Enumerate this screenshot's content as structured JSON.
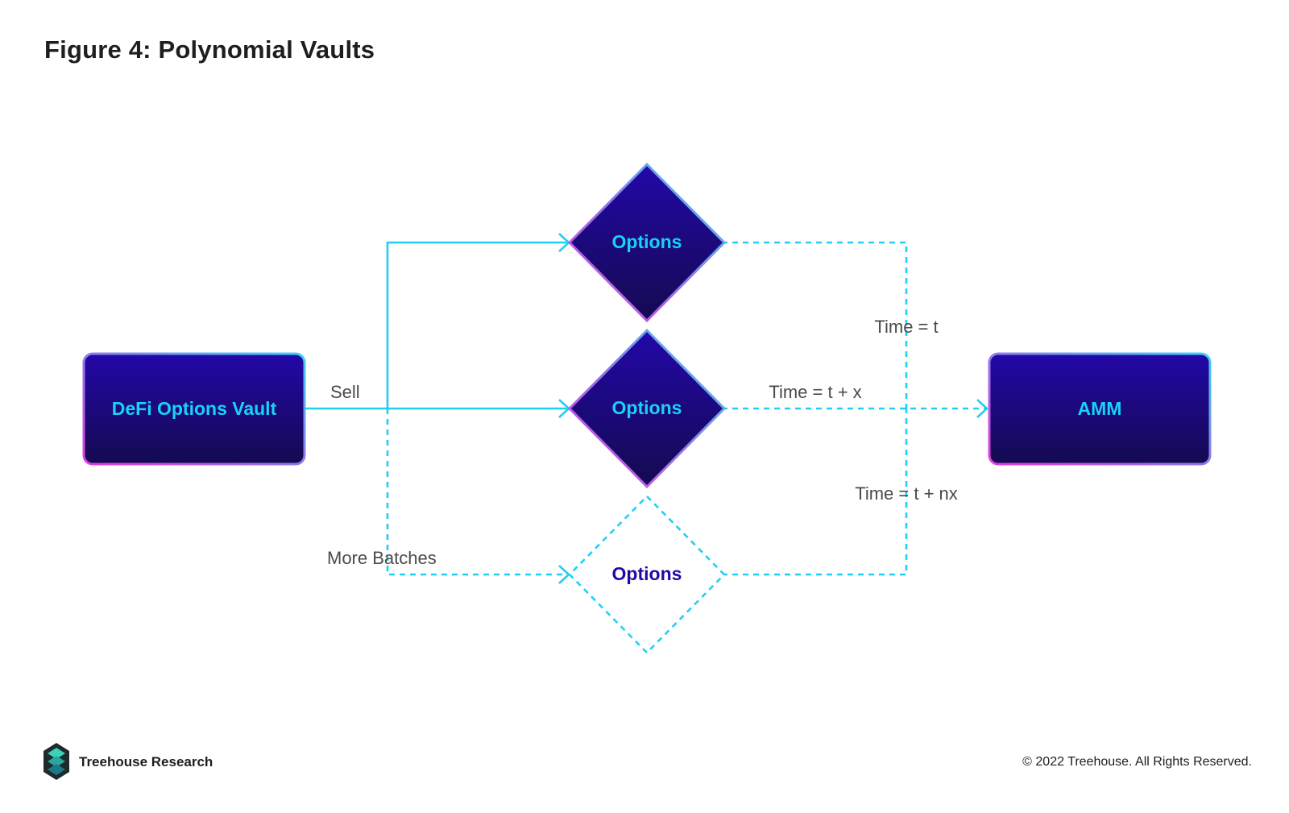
{
  "title": "Figure 4: Polynomial Vaults",
  "nodes": {
    "vault": "DeFi Options Vault",
    "options_top": "Options",
    "options_middle": "Options",
    "options_bottom": "Options",
    "amm": "AMM"
  },
  "edge_labels": {
    "sell": "Sell",
    "more_batches": "More Batches",
    "time_t": "Time = t",
    "time_t_x": "Time = t + x",
    "time_t_nx": "Time = t + nx"
  },
  "footer": {
    "brand": "Treehouse Research",
    "copyright": "© 2022 Treehouse. All Rights Reserved."
  },
  "colors": {
    "connector": "#1fd0f5",
    "node_top": "#2308a8",
    "node_bottom": "#140a50",
    "node_text": "#19d2f5",
    "dashed_node_text": "#2308a8",
    "border_pink": "#e23ddf",
    "border_blue": "#3fb6f5"
  },
  "icons": {
    "logo": "treehouse-logo-icon"
  }
}
